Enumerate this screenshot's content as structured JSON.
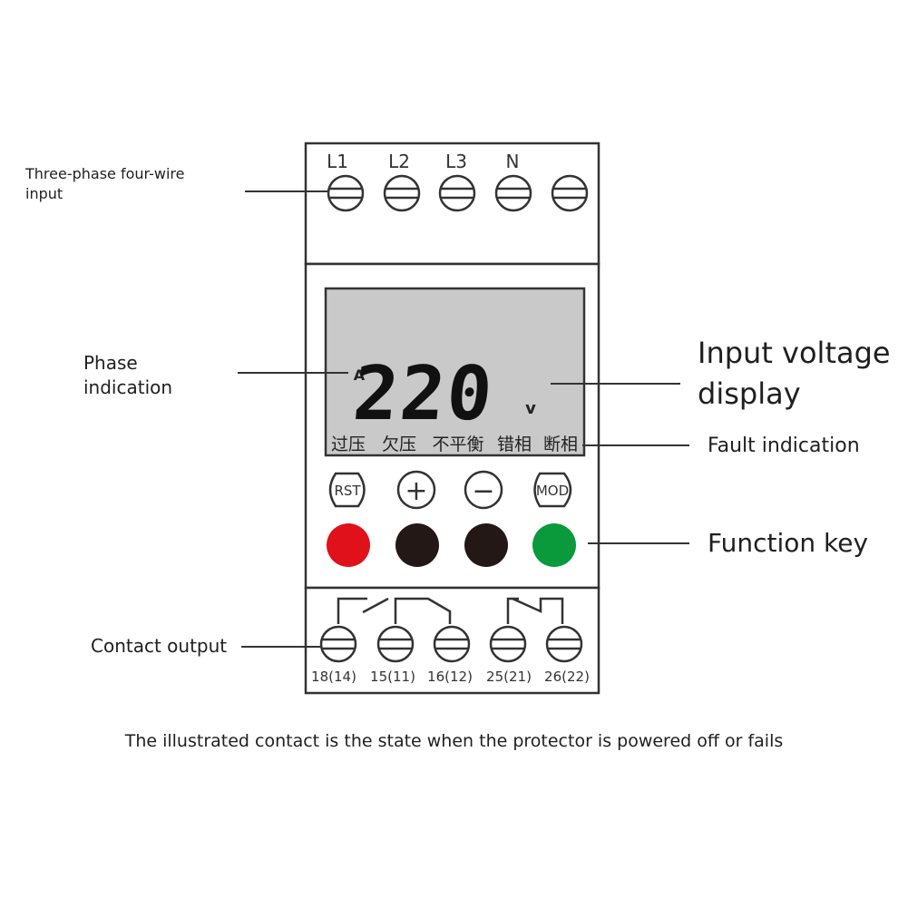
{
  "top_terminals": [
    "L1",
    "L2",
    "L3",
    "N",
    ""
  ],
  "display": {
    "phase": "A",
    "voltage": "220",
    "unit": "v",
    "fault_labels": [
      "过压",
      "欠压",
      "不平衡",
      "错相",
      "断相"
    ],
    "background": "#c9c9c9"
  },
  "buttons": [
    {
      "symbol": "RST",
      "color": "#e0111a"
    },
    {
      "symbol": "+",
      "color": "#231815"
    },
    {
      "symbol": "−",
      "color": "#231815"
    },
    {
      "symbol": "MOD",
      "color": "#0a9a3c"
    }
  ],
  "bottom_terminals": [
    "18(14)",
    "15(11)",
    "16(12)",
    "25(21)",
    "26(22)"
  ],
  "callouts": {
    "three_phase": "Three-phase four-wire input",
    "phase": "Phase indication",
    "input_voltage": "Input voltage display",
    "fault": "Fault indication",
    "function_key": "Function key",
    "contact_output": "Contact output"
  },
  "caption": "The illustrated contact is the state when the protector is powered off or fails"
}
